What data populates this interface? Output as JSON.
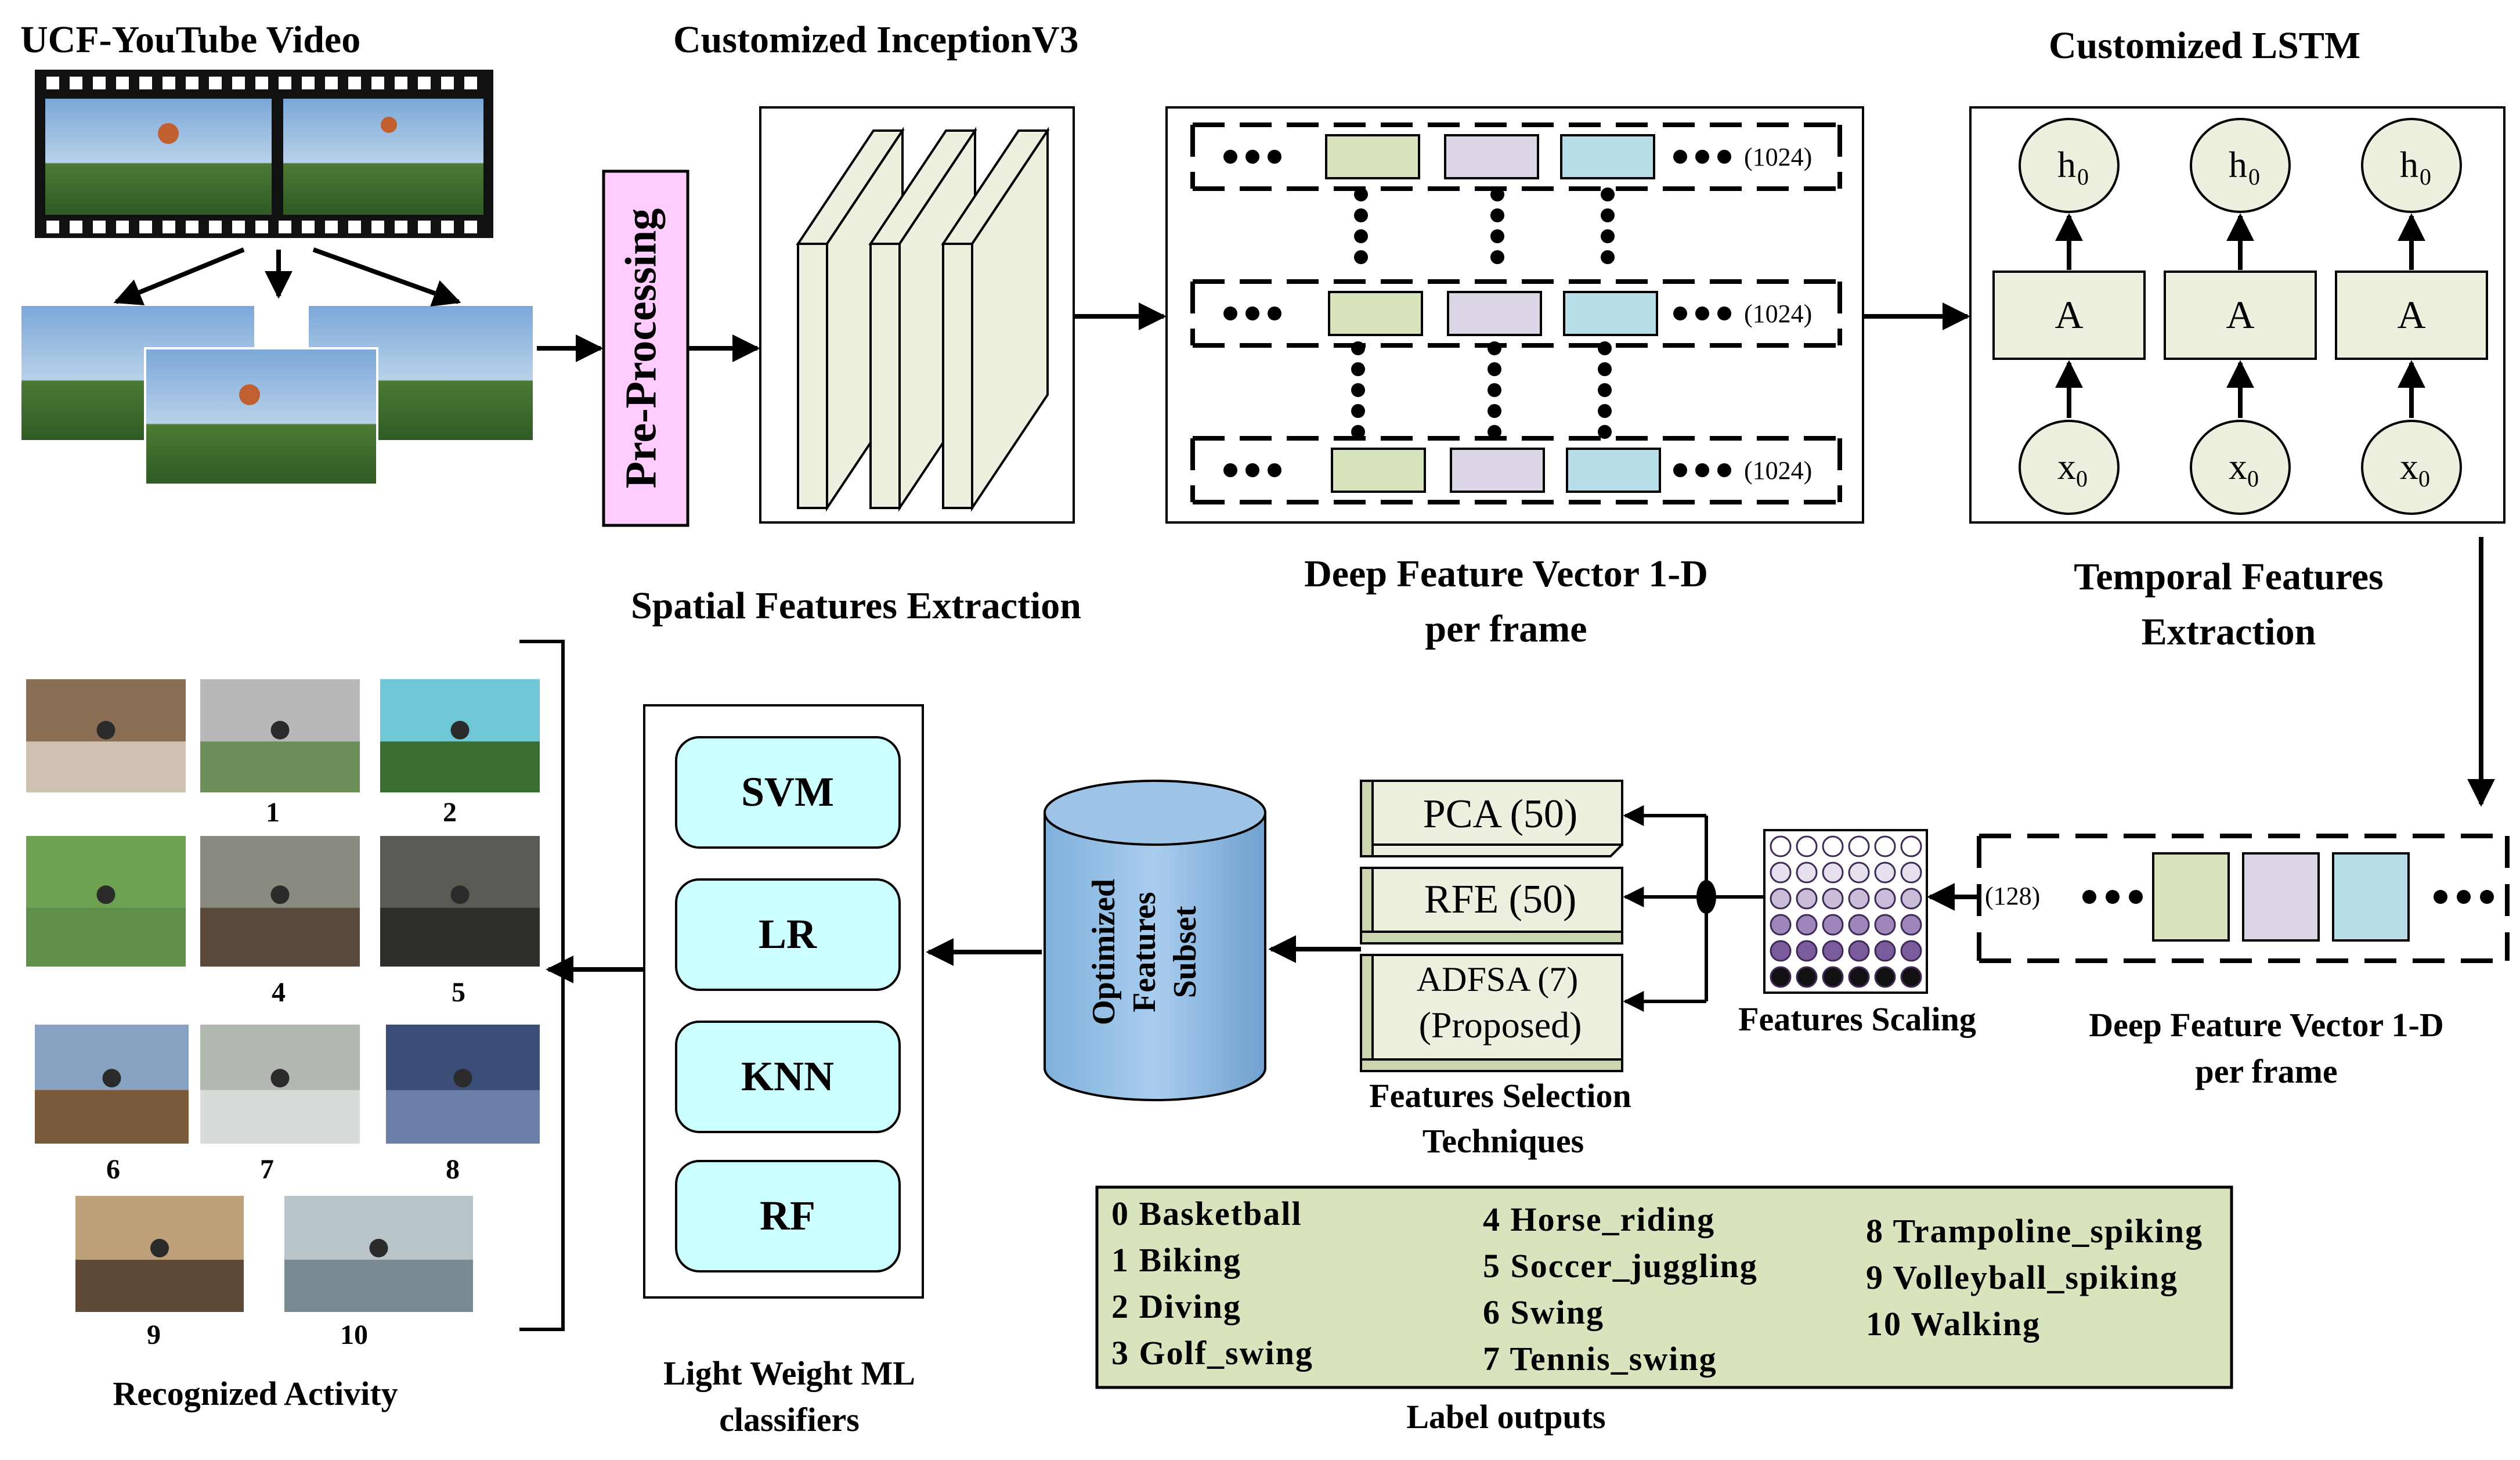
{
  "header_labels": {
    "video": "UCF-YouTube Video",
    "inception": "Customized InceptionV3",
    "lstm": "Customized LSTM"
  },
  "preprocessing": "Pre-Processing",
  "captions": {
    "spatial": "Spatial Features Extraction",
    "deep_vec_top_1": "Deep Feature Vector 1-D",
    "deep_vec_top_2": "per frame",
    "temporal_1": "Temporal Features",
    "temporal_2": "Extraction",
    "deep_vec_bottom_1": "Deep Feature Vector 1-D",
    "deep_vec_bottom_2": "per frame",
    "scaling": "Features Scaling",
    "selection_1": "Features Selection",
    "selection_2": "Techniques",
    "classifiers_1": "Light Weight ML",
    "classifiers_2": "classifiers",
    "recognized": "Recognized Activity",
    "label_outputs": "Label outputs"
  },
  "vector_dim_1024": "(1024)",
  "vector_dim_128": "(128)",
  "lstm": {
    "cell_label": "A",
    "hidden": "h",
    "input": "x",
    "subscript": "0"
  },
  "selection_methods": {
    "pca": "PCA (50)",
    "rfe": "RFE (50)",
    "adfsa": "ADFSA (7)",
    "proposed": "(Proposed)"
  },
  "optimized_subset_1": "Optimized",
  "optimized_subset_2": "Features",
  "optimized_subset_3": "Subset",
  "classifiers": [
    "SVM",
    "LR",
    "KNN",
    "RF"
  ],
  "activity_numbers": [
    "1",
    "2",
    "4",
    "5",
    "6",
    "7",
    "8",
    "9",
    "10"
  ],
  "label_columns": [
    [
      "0 Basketball",
      "1 Biking",
      "2 Diving",
      "3 Golf_swing"
    ],
    [
      "4 Horse_riding",
      "5 Soccer_juggling",
      "6 Swing",
      "7 Tennis_swing"
    ],
    [
      "8 Trampoline_spiking",
      "9 Volleyball_spiking",
      "10 Walking"
    ]
  ],
  "colors": {
    "green_slot": "#d7e4bd",
    "purple_slot": "#dcd5e6",
    "blue_slot": "#b7dde8",
    "preprocess_fill": "#ffccff",
    "classifier_fill": "#ccffff",
    "cylinder_fill": "#9dc3e6",
    "label_box_fill": "#d7e4bd",
    "selection_fill": "#ebf1de",
    "scaling_dark": "#3f2a56",
    "scaling_mid": "#7a5c9c",
    "scaling_light": "#c8bcd8"
  }
}
